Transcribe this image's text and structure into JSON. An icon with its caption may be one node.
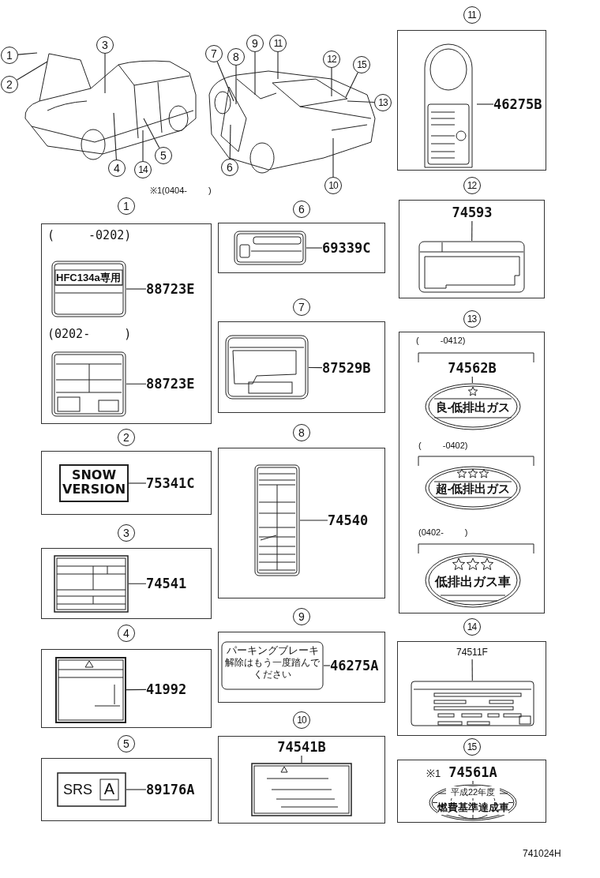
{
  "diagram": {
    "nodes": [
      {
        "text": [
          "1"
        ]
      },
      {
        "text": [
          "2"
        ]
      },
      {
        "text": [
          "3"
        ]
      },
      {
        "text": [
          "4"
        ]
      },
      {
        "text": [
          "5"
        ]
      },
      {
        "text": [
          "6"
        ]
      },
      {
        "text": [
          "7"
        ]
      },
      {
        "text": [
          "8"
        ]
      },
      {
        "text": [
          "9"
        ]
      },
      {
        "text": [
          "10"
        ]
      },
      {
        "text": [
          "11"
        ]
      },
      {
        "text": [
          "12"
        ]
      },
      {
        "text": [
          "13"
        ]
      },
      {
        "text": [
          "14"
        ]
      },
      {
        "text": [
          "15"
        ]
      },
      {
        "text": [
          "1"
        ]
      },
      {
        "text": [
          "HFC134a専用"
        ],
        "in": 15
      },
      {
        "text": [
          "88723E"
        ],
        "in": 15
      },
      {
        "text": [],
        "shape": "picture",
        "in": 15
      },
      {
        "text": [
          "88723E"
        ],
        "in": 15
      },
      {
        "text": [
          "2"
        ]
      },
      {
        "text": [
          "SNOW VERSION"
        ],
        "in": 20
      },
      {
        "text": [
          "75341C"
        ],
        "in": 20
      },
      {
        "text": [
          "3"
        ]
      },
      {
        "text": [],
        "shape": "picture",
        "in": 23
      },
      {
        "text": [
          "74541"
        ],
        "in": 23
      },
      {
        "text": [
          "4"
        ]
      },
      {
        "text": [],
        "shape": "picture",
        "in": 26
      },
      {
        "text": [
          "41992"
        ],
        "in": 26
      },
      {
        "text": [
          "5"
        ]
      },
      {
        "text": [
          "SRS",
          "A"
        ],
        "in": 29
      },
      {
        "text": [
          "89176A"
        ],
        "in": 29
      },
      {
        "text": [
          "6"
        ]
      },
      {
        "text": [],
        "shape": "picture",
        "in": 32
      },
      {
        "text": [
          "69339C"
        ],
        "in": 32
      },
      {
        "text": [
          "7"
        ]
      },
      {
        "text": [],
        "shape": "picture",
        "in": 35
      },
      {
        "text": [
          "87529B"
        ],
        "in": 35
      },
      {
        "text": [
          "8"
        ]
      },
      {
        "text": [],
        "shape": "picture",
        "in": 38
      },
      {
        "text": [
          "74540"
        ],
        "in": 38
      },
      {
        "text": [
          "9"
        ]
      },
      {
        "text": [
          "パーキングブレーキ",
          "解除はもう一度踏んでください"
        ],
        "in": 41
      },
      {
        "text": [
          "46275A"
        ],
        "in": 41
      },
      {
        "text": [
          "10"
        ]
      },
      {
        "text": [
          "74541B"
        ],
        "in": 44
      },
      {
        "text": [],
        "shape": "picture",
        "in": 44
      },
      {
        "text": [
          "11"
        ]
      },
      {
        "text": [],
        "shape": "picture",
        "in": 47
      },
      {
        "text": [
          "46275B"
        ],
        "in": 47
      },
      {
        "text": [
          "12"
        ]
      },
      {
        "text": [
          "74593"
        ],
        "in": 50
      },
      {
        "text": [],
        "shape": "picture",
        "in": 50
      },
      {
        "text": [
          "13"
        ]
      },
      {
        "text": [
          "74562B"
        ],
        "in": 53
      },
      {
        "text": [
          "良-低排出ガス"
        ],
        "in": 53
      },
      {
        "text": [
          "超-低排出ガス"
        ],
        "in": 53
      },
      {
        "text": [
          "低排出ガス車"
        ],
        "in": 53
      },
      {
        "text": [
          "14"
        ]
      },
      {
        "text": [
          "74511F"
        ],
        "in": 58
      },
      {
        "text": [],
        "shape": "picture",
        "in": 58
      },
      {
        "text": [
          "15"
        ]
      },
      {
        "text": [
          "74561A"
        ],
        "in": 61
      },
      {
        "text": [
          "平成22年度",
          "燃費基準達成車"
        ],
        "in": 61
      },
      {
        "text": [],
        "shape": "picture"
      },
      {
        "text": [],
        "shape": "picture"
      }
    ],
    "edges": [
      {
        "from": 0,
        "to": 64,
        "arrow": "none"
      },
      {
        "from": 1,
        "to": 64,
        "arrow": "none"
      },
      {
        "from": 2,
        "to": 64,
        "arrow": "none"
      },
      {
        "from": 3,
        "to": 64,
        "arrow": "none"
      },
      {
        "from": 4,
        "to": 64,
        "arrow": "none"
      },
      {
        "from": 5,
        "to": 65,
        "arrow": "none"
      },
      {
        "from": 6,
        "to": 65,
        "arrow": "none"
      },
      {
        "from": 7,
        "to": 65,
        "arrow": "none"
      },
      {
        "from": 8,
        "to": 65,
        "arrow": "none"
      },
      {
        "from": 9,
        "to": 65,
        "arrow": "none"
      },
      {
        "from": 10,
        "to": 65,
        "arrow": "none"
      },
      {
        "from": 11,
        "to": 65,
        "arrow": "none"
      },
      {
        "from": 12,
        "to": 65,
        "arrow": "none"
      },
      {
        "from": 13,
        "to": 64,
        "arrow": "none"
      },
      {
        "from": 14,
        "to": 65,
        "arrow": "none"
      },
      {
        "from": 17,
        "to": 16,
        "arrow": "none"
      },
      {
        "from": 19,
        "to": 18,
        "arrow": "none"
      },
      {
        "from": 22,
        "to": 21,
        "arrow": "none"
      },
      {
        "from": 25,
        "to": 24,
        "arrow": "none"
      },
      {
        "from": 28,
        "to": 27,
        "arrow": "none"
      },
      {
        "from": 31,
        "to": 30,
        "arrow": "none"
      },
      {
        "from": 34,
        "to": 33,
        "arrow": "none"
      },
      {
        "from": 37,
        "to": 36,
        "arrow": "none"
      },
      {
        "from": 40,
        "to": 39,
        "arrow": "none"
      },
      {
        "from": 43,
        "to": 42,
        "arrow": "none"
      },
      {
        "from": 45,
        "to": 46,
        "arrow": "none"
      },
      {
        "from": 49,
        "to": 48,
        "arrow": "none"
      },
      {
        "from": 51,
        "to": 52,
        "arrow": "none"
      },
      {
        "from": 54,
        "to": 55,
        "arrow": "none"
      },
      {
        "from": 59,
        "to": 60,
        "arrow": "none"
      },
      {
        "from": 62,
        "to": 63,
        "arrow": "none"
      }
    ],
    "labels": [
      "※1(0404- )",
      "( -0202)",
      "(0202- )",
      "( -0412)",
      "( -0402)",
      "(0402- )",
      "※1",
      "741024H"
    ]
  }
}
